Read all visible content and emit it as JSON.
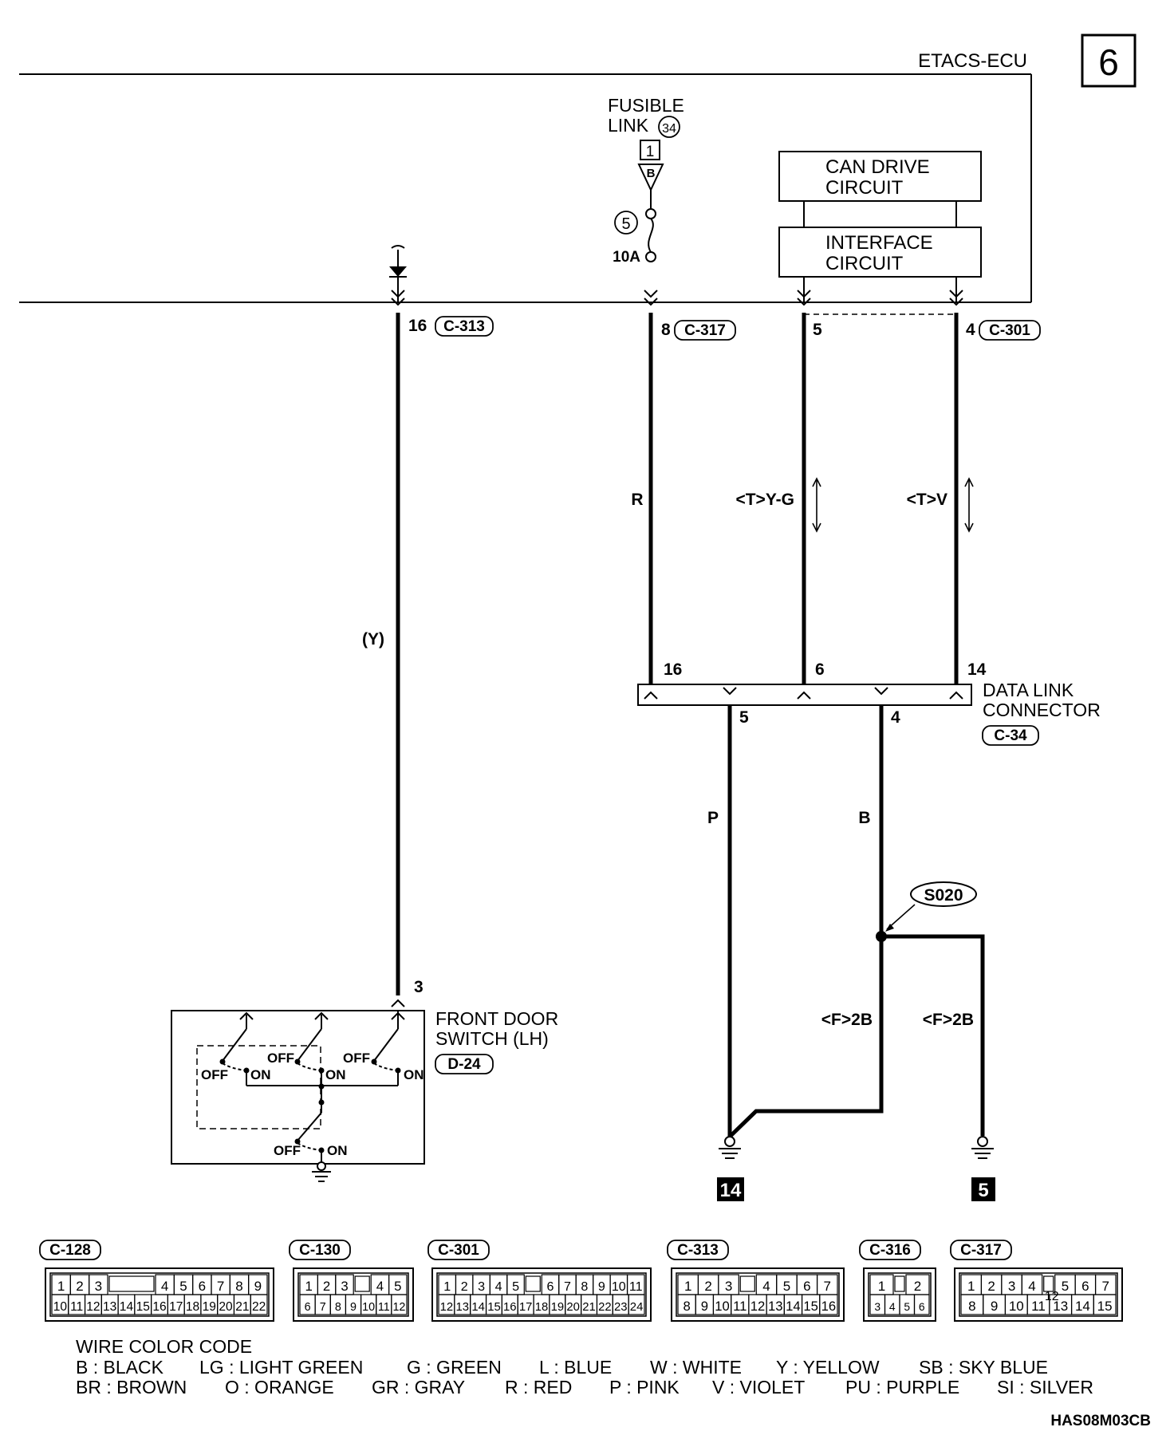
{
  "page_number": "6",
  "ecu_label": "ETACS-ECU",
  "fusible_link": {
    "line1": "FUSIBLE",
    "line2": "LINK",
    "number": "34",
    "box_number": "1",
    "tri_letter": "B",
    "fuse_number": "5",
    "rating": "10A"
  },
  "ecu_blocks": {
    "can_line1": "CAN DRIVE",
    "can_line2": "CIRCUIT",
    "if_line1": "INTERFACE",
    "if_line2": "CIRCUIT"
  },
  "pins": {
    "p16": "16",
    "c313": "C-313",
    "p8": "8",
    "c317": "C-317",
    "p5": "5",
    "p4": "4",
    "c301": "C-301"
  },
  "wire_colors": {
    "yellow": "(Y)",
    "red": "R",
    "yg": "<T>Y-G",
    "v": "<T>V",
    "p": "P",
    "b": "B",
    "f2b_left": "<F>2B",
    "f2b_right": "<F>2B"
  },
  "dlc": {
    "line1": "DATA LINK",
    "line2": "CONNECTOR",
    "connector": "C-34",
    "pin16": "16",
    "pin6": "6",
    "pin14": "14",
    "pin5": "5",
    "pin4": "4"
  },
  "splice": "S020",
  "door_switch": {
    "line1": "FRONT DOOR",
    "line2": "SWITCH (LH)",
    "connector": "D-24",
    "pin": "3",
    "off": "OFF",
    "on": "ON"
  },
  "grounds": {
    "left": "14",
    "right": "5"
  },
  "connectors": {
    "c128": {
      "label": "C-128",
      "top": [
        "1",
        "2",
        "3",
        "4",
        "5",
        "6",
        "7",
        "8",
        "9"
      ],
      "bottom": [
        "10",
        "11",
        "12",
        "13",
        "14",
        "15",
        "16",
        "17",
        "18",
        "19",
        "20",
        "21",
        "22"
      ]
    },
    "c130": {
      "label": "C-130",
      "top": [
        "1",
        "2",
        "3",
        "4",
        "5"
      ],
      "bottom": [
        "6",
        "7",
        "8",
        "9",
        "10",
        "11",
        "12"
      ]
    },
    "c301": {
      "label": "C-301",
      "top": [
        "1",
        "2",
        "3",
        "4",
        "5",
        "6",
        "7",
        "8",
        "9",
        "10",
        "11"
      ],
      "bottom": [
        "12",
        "13",
        "14",
        "15",
        "16",
        "17",
        "18",
        "19",
        "20",
        "21",
        "22",
        "23",
        "24"
      ]
    },
    "c313": {
      "label": "C-313",
      "top": [
        "1",
        "2",
        "3",
        "4",
        "5",
        "6",
        "7"
      ],
      "bottom": [
        "8",
        "9",
        "10",
        "11",
        "12",
        "13",
        "14",
        "15",
        "16"
      ]
    },
    "c316": {
      "label": "C-316",
      "top": [
        "1",
        "2"
      ],
      "bottom": [
        "3",
        "4",
        "5",
        "6"
      ]
    },
    "c317": {
      "label": "C-317",
      "top": [
        "1",
        "2",
        "3",
        "4",
        "5",
        "6",
        "7"
      ],
      "middle": "12",
      "bottom": [
        "8",
        "9",
        "10",
        "11",
        "13",
        "14",
        "15"
      ]
    }
  },
  "legend": {
    "title": "WIRE COLOR CODE",
    "row1": [
      "B : BLACK",
      "LG : LIGHT GREEN",
      "G : GREEN",
      "L : BLUE",
      "W : WHITE",
      "Y : YELLOW",
      "SB : SKY BLUE"
    ],
    "row2": [
      "BR : BROWN",
      "O : ORANGE",
      "GR : GRAY",
      "R : RED",
      "P : PINK",
      "V : VIOLET",
      "PU : PURPLE",
      "SI : SILVER"
    ]
  },
  "figure_code": "HAS08M03CB"
}
